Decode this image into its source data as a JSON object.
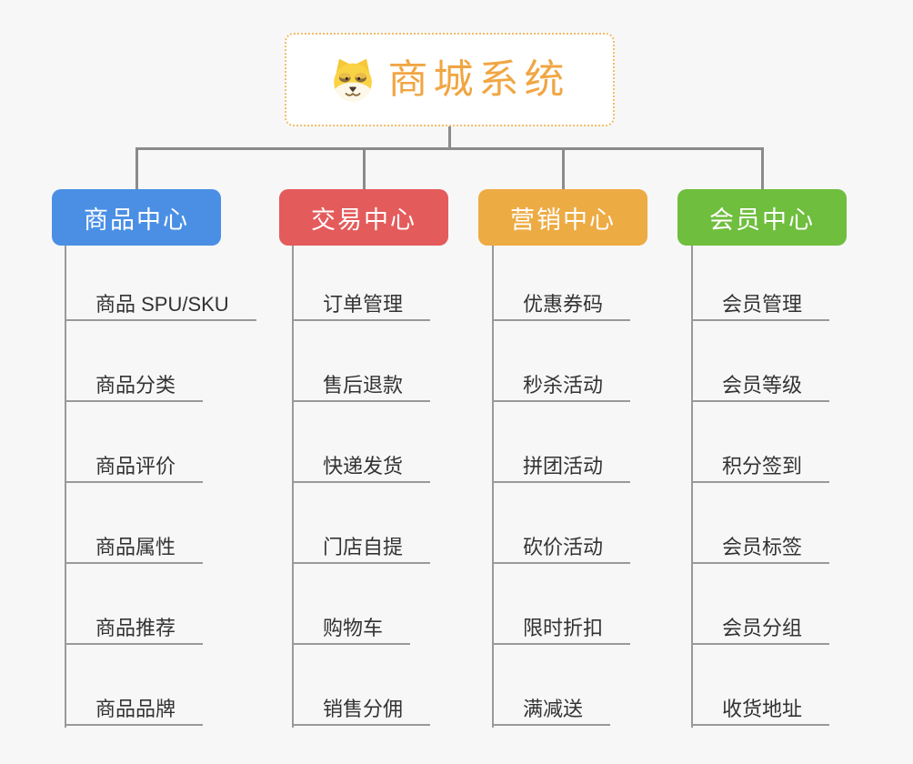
{
  "root": {
    "title": "商城系统",
    "icon": "shiba-dog-icon",
    "title_color": "#F0A643",
    "border_color": "#F2BC69"
  },
  "connector_color": "#8B8B8B",
  "leaf_line_color": "#999999",
  "branches": [
    {
      "label": "商品中心",
      "color": "#4A8FE4",
      "children": [
        "商品 SPU/SKU",
        "商品分类",
        "商品评价",
        "商品属性",
        "商品推荐",
        "商品品牌"
      ]
    },
    {
      "label": "交易中心",
      "color": "#E45B5B",
      "children": [
        "订单管理",
        "售后退款",
        "快递发货",
        "门店自提",
        "购物车",
        "销售分佣"
      ]
    },
    {
      "label": "营销中心",
      "color": "#EDAB43",
      "children": [
        "优惠券码",
        "秒杀活动",
        "拼团活动",
        "砍价活动",
        "限时折扣",
        "满减送"
      ]
    },
    {
      "label": "会员中心",
      "color": "#6FBE3E",
      "children": [
        "会员管理",
        "会员等级",
        "积分签到",
        "会员标签",
        "会员分组",
        "收货地址"
      ]
    }
  ]
}
